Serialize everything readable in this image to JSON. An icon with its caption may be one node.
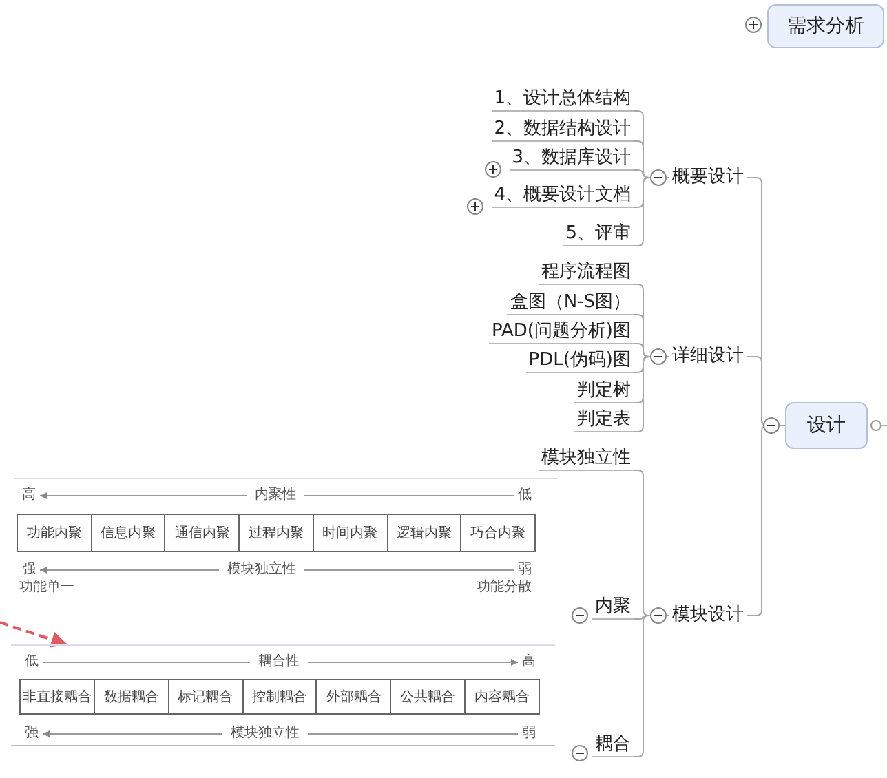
{
  "diagram": {
    "nodes": [
      {
        "text": [
          "需求分析"
        ]
      },
      {
        "text": [
          "设计"
        ]
      },
      {
        "text": [
          "概要设计"
        ]
      },
      {
        "text": [
          "1、设计总体结构"
        ]
      },
      {
        "text": [
          "2、数据结构设计"
        ]
      },
      {
        "text": [
          "3、数据库设计"
        ]
      },
      {
        "text": [
          "4、概要设计文档"
        ]
      },
      {
        "text": [
          "5、评审"
        ]
      },
      {
        "text": [
          "详细设计"
        ]
      },
      {
        "text": [
          "程序流程图"
        ]
      },
      {
        "text": [
          "盒图（N-S图）"
        ]
      },
      {
        "text": [
          "PAD(问题分析)图"
        ]
      },
      {
        "text": [
          "PDL(伪码)图"
        ]
      },
      {
        "text": [
          "判定树"
        ]
      },
      {
        "text": [
          "判定表"
        ]
      },
      {
        "text": [
          "模块设计"
        ]
      },
      {
        "text": [
          "模块独立性"
        ]
      },
      {
        "text": [
          "内聚"
        ]
      },
      {
        "text": [
          "耦合"
        ]
      },
      {
        "text": [
          "高",
          "内聚性",
          "低",
          "功能内聚",
          "信息内聚",
          "通信内聚",
          "过程内聚",
          "时间内聚",
          "逻辑内聚",
          "巧合内聚",
          "强",
          "模块独立性",
          "弱",
          "功能单一",
          "功能分散"
        ]
      },
      {
        "text": [
          "低",
          "耦合性",
          "高",
          "非直接耦合",
          "数据耦合",
          "标记耦合",
          "控制耦合",
          "外部耦合",
          "公共耦合",
          "内容耦合",
          "强",
          "模块独立性",
          "弱"
        ]
      }
    ],
    "edges": [
      {
        "from": 1,
        "to": 2,
        "arrow": "none"
      },
      {
        "from": 1,
        "to": 8,
        "arrow": "none"
      },
      {
        "from": 1,
        "to": 15,
        "arrow": "none"
      },
      {
        "from": 2,
        "to": 3,
        "arrow": "none"
      },
      {
        "from": 2,
        "to": 4,
        "arrow": "none"
      },
      {
        "from": 2,
        "to": 5,
        "arrow": "none"
      },
      {
        "from": 2,
        "to": 6,
        "arrow": "none"
      },
      {
        "from": 2,
        "to": 7,
        "arrow": "none"
      },
      {
        "from": 8,
        "to": 9,
        "arrow": "none"
      },
      {
        "from": 8,
        "to": 10,
        "arrow": "none"
      },
      {
        "from": 8,
        "to": 11,
        "arrow": "none"
      },
      {
        "from": 8,
        "to": 12,
        "arrow": "none"
      },
      {
        "from": 8,
        "to": 13,
        "arrow": "none"
      },
      {
        "from": 8,
        "to": 14,
        "arrow": "none"
      },
      {
        "from": 15,
        "to": 16,
        "arrow": "none"
      },
      {
        "from": 15,
        "to": 17,
        "arrow": "none"
      },
      {
        "from": 15,
        "to": 18,
        "arrow": "none"
      },
      {
        "from": null,
        "to": 20,
        "arrow": "to",
        "style": "dashed",
        "color": "#e05a60"
      }
    ]
  }
}
